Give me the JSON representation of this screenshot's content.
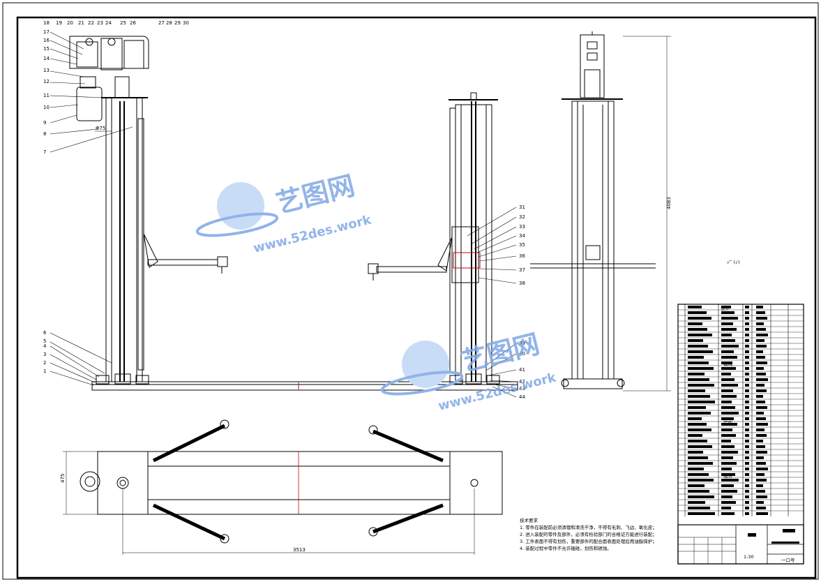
{
  "balloons_left": [
    "18",
    "19",
    "20",
    "21",
    "22",
    "23",
    "24",
    "25",
    "26",
    "27",
    "28",
    "29",
    "30",
    "17",
    "16",
    "15",
    "14",
    "13",
    "12",
    "11",
    "10",
    "9",
    "8",
    "7",
    "6",
    "5",
    "4",
    "3",
    "2",
    "1"
  ],
  "balloons_right": [
    "31",
    "32",
    "33",
    "34",
    "35",
    "36",
    "37",
    "38",
    "39",
    "40",
    "41",
    "42",
    "43",
    "44"
  ],
  "dimensions": {
    "left_small": "Φ75",
    "height": "4083",
    "width_bottom": "3513",
    "depth": "475"
  },
  "watermark": {
    "cn": "艺图网",
    "url": "www.52des.work"
  },
  "surface_symbol": "√‾ (√)",
  "notes": {
    "title": "技术要求",
    "lines": [
      "1. 零件在装配前必须清理和清洗干净，不得有毛刺、飞边、氧化皮；",
      "2. 进入装配的零件及部件，必须有检验部门的合格证方能进行装配；",
      "3. 工件表面不得有划伤，重要部件的配合面表面处理后用油脂保护；",
      "4. 装配过程中零件不允许磕碰，划伤和锈蚀。"
    ]
  },
  "title_block": {
    "label_a": "设计",
    "label_b": "铝型",
    "label_c": "组合",
    "label_d": "钢构",
    "scale": "1:30",
    "sheet": "一口号"
  }
}
